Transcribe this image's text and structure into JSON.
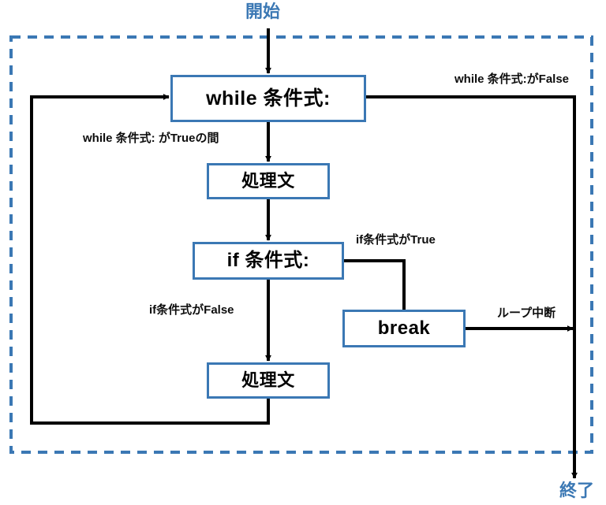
{
  "diagram": {
    "title_start": "開始",
    "title_end": "終了",
    "loop_region": {
      "name": "while-loop-boundary",
      "style": "dashed",
      "color": "#3b78b4"
    },
    "colors": {
      "node_border": "#3b78b4",
      "node_fill": "#ffffff",
      "connector": "#000000",
      "terminal_text": "#3b78b4",
      "label_text": "#0d0d0d",
      "dashed_boundary": "#3b78b4"
    },
    "nodes": [
      {
        "id": "while",
        "label": "while 条件式:"
      },
      {
        "id": "proc1",
        "label": "処理文"
      },
      {
        "id": "if",
        "label": "if 条件式:"
      },
      {
        "id": "break",
        "label": "break"
      },
      {
        "id": "proc2",
        "label": "処理文"
      }
    ],
    "edge_labels": {
      "while_true": "while 条件式: がTrueの間",
      "while_false": "while 条件式:がFalse",
      "if_true": "if条件式がTrue",
      "if_false": "if条件式がFalse",
      "loop_break": "ループ中断"
    }
  }
}
